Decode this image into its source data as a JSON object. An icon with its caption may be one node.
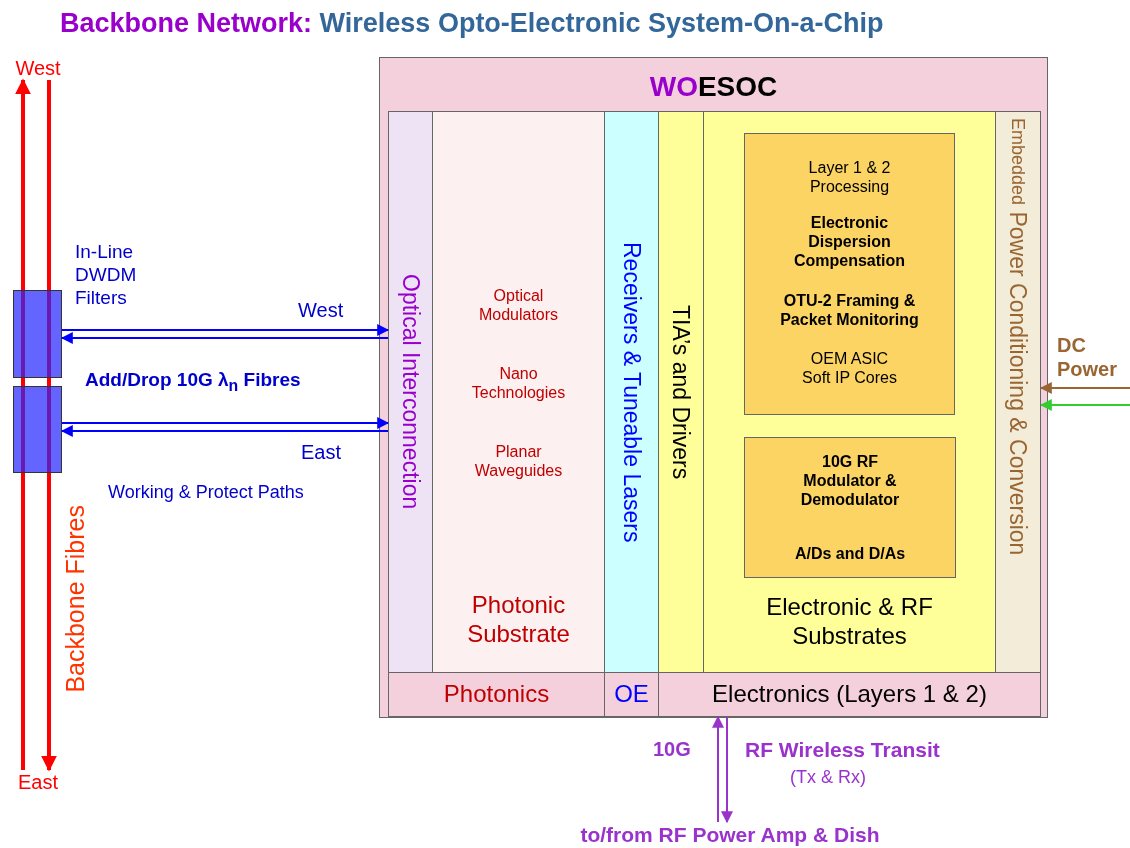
{
  "diagram": {
    "title": "Backbone Network:  Wireless Opto-Electronic System-On-a-Chip",
    "nodes": [
      {
        "text": [
          "WOESOC"
        ]
      },
      {
        "text": [
          "Optical Interconnection"
        ],
        "in": 0
      },
      {
        "text": [
          "Optical Modulators",
          "Nano Technologies",
          "Planar Waveguides",
          "Photonic Substrate"
        ],
        "in": 0
      },
      {
        "text": [
          "Receivers & Tuneable Lasers"
        ],
        "in": 0
      },
      {
        "text": [
          "TIA’s and Drivers"
        ],
        "in": 0
      },
      {
        "text": [
          "Electronic & RF Substrates"
        ],
        "in": 0
      },
      {
        "text": [
          "Layer 1 & 2 Processing",
          "Electronic Dispersion Compensation",
          "OTU-2 Framing & Packet Monitoring",
          "OEM ASIC Soft IP Cores"
        ],
        "in": 5
      },
      {
        "text": [
          "10G RF Modulator & Demodulator",
          "A/Ds and D/As"
        ],
        "in": 5
      },
      {
        "text": [
          "Embedded",
          "Power Conditioning & Conversion"
        ],
        "in": 0
      },
      {
        "text": [
          "Photonics"
        ],
        "in": 0
      },
      {
        "text": [
          "OE"
        ],
        "in": 0
      },
      {
        "text": [
          "Electronics (Layers 1 & 2)"
        ],
        "in": 0
      },
      {
        "text": [],
        "shape": "box"
      },
      {
        "text": [],
        "shape": "box"
      },
      {
        "text": [
          "to/from RF Power Amp & Dish"
        ]
      },
      {
        "text": [
          "West"
        ]
      },
      {
        "text": [
          "East"
        ]
      }
    ],
    "edges": [
      {
        "from": 12,
        "to": 1,
        "arrow": "to",
        "label": "West",
        "color": "#0000ff"
      },
      {
        "from": 1,
        "to": 12,
        "arrow": "to",
        "color": "#0000ff"
      },
      {
        "from": 13,
        "to": 1,
        "arrow": "to",
        "color": "#0000ff"
      },
      {
        "from": 1,
        "to": 13,
        "arrow": "to",
        "label": "East",
        "color": "#0000ff"
      },
      {
        "from": 16,
        "to": 13,
        "arrow": "none",
        "style": "thick"
      },
      {
        "from": 13,
        "to": 12,
        "arrow": "none",
        "style": "thick"
      },
      {
        "from": 12,
        "to": 15,
        "arrow": "to",
        "style": "thick"
      },
      {
        "from": 15,
        "to": 12,
        "arrow": "none",
        "style": "thick"
      },
      {
        "from": 12,
        "to": 13,
        "arrow": "none",
        "style": "thick"
      },
      {
        "from": 13,
        "to": 16,
        "arrow": "to",
        "style": "thick"
      },
      {
        "from": 14,
        "to": 11,
        "arrow": "to",
        "color": "#9933cc"
      },
      {
        "from": 11,
        "to": 14,
        "arrow": "to",
        "color": "#9933cc"
      },
      {
        "from": null,
        "to": 8,
        "arrow": "to",
        "label": "DC Power",
        "color": "#996633"
      },
      {
        "from": null,
        "to": 8,
        "arrow": "to",
        "color": "#33cc33"
      }
    ],
    "labels": [
      "In-Line DWDM Filters",
      "Add/Drop 10G λ$_{n}$ Fibres",
      "Working & Protect Paths",
      "Backbone Fibres",
      "10G",
      "RF Wireless Transit",
      "(Tx & Rx)"
    ]
  }
}
